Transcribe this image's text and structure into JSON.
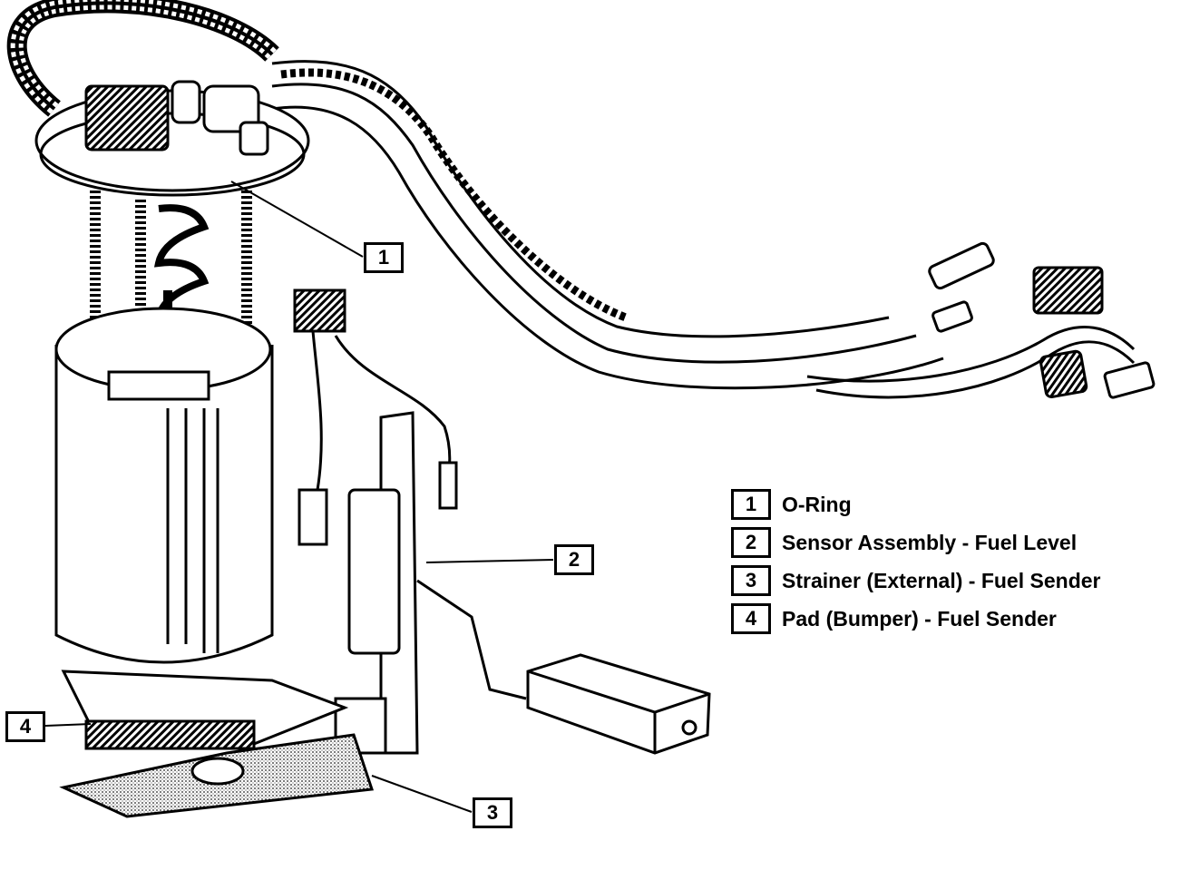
{
  "callouts": [
    {
      "id": "1",
      "text": "1"
    },
    {
      "id": "2",
      "text": "2"
    },
    {
      "id": "3",
      "text": "3"
    },
    {
      "id": "4",
      "text": "4"
    }
  ],
  "legend": [
    {
      "num": "1",
      "label": "O-Ring"
    },
    {
      "num": "2",
      "label": "Sensor Assembly - Fuel Level"
    },
    {
      "num": "3",
      "label": "Strainer (External) - Fuel Sender"
    },
    {
      "num": "4",
      "label": "Pad (Bumper) - Fuel Sender"
    }
  ],
  "colors": {
    "ink": "#000000",
    "paper": "#ffffff",
    "stipple": "#9a9a9a"
  }
}
